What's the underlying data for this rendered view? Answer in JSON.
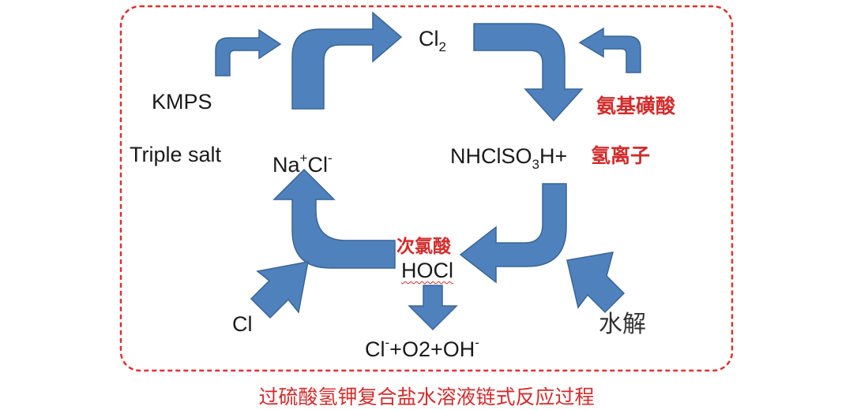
{
  "labels": {
    "kmps": "KMPS",
    "triple_salt": "Triple salt",
    "cl2": {
      "base": "Cl",
      "sub": "2"
    },
    "nacl": {
      "na": "Na",
      "na_charge": "+",
      "cl": "Cl",
      "cl_charge": "-"
    },
    "sulfamic_acid_cn": "氨基磺酸",
    "nhclso3h": {
      "pre": "NHClSO",
      "sub": "3",
      "post": "H+"
    },
    "hydrogen_ion_cn": "氢离子",
    "hypochlorous_cn": "次氯酸",
    "hocl": "HOCl",
    "cl_input": "Cl",
    "products": {
      "cl": "Cl",
      "cl_charge": "-",
      "mid": "+O2+OH",
      "oh_charge": "-"
    },
    "hydrolysis_cn": "水解"
  },
  "caption": "过硫酸氢钾复合盐水溶液链式反应过程",
  "colors": {
    "arrow_fill": "#4f81bd",
    "arrow_stroke": "#3a6595",
    "frame": "#e03030",
    "highlight_text": "#d42b2b"
  }
}
